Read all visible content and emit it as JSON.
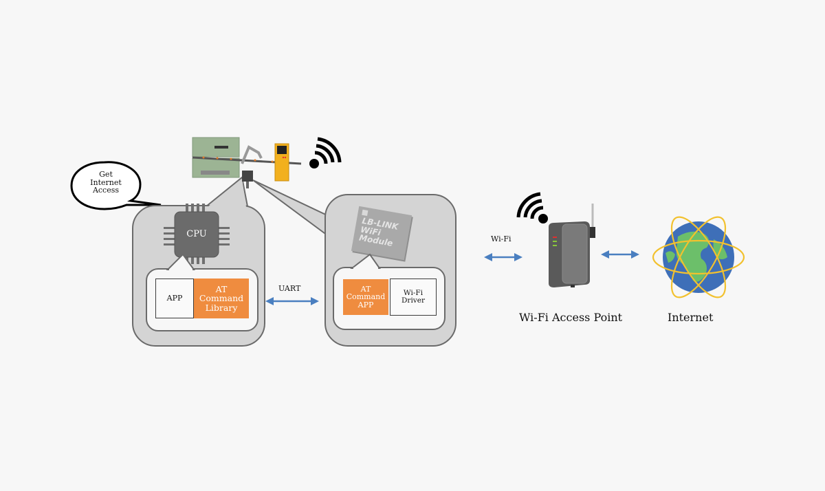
{
  "speech_bubble": {
    "lines": [
      "Get",
      "Internet",
      "Access"
    ]
  },
  "device": {
    "cpu_label": "CPU",
    "app_label": "APP",
    "library_label": [
      "AT",
      "Command",
      "Library"
    ]
  },
  "uart_label": "UART",
  "wifi_module": {
    "chip_label": [
      "LB-LINK",
      "WiFi",
      "Module"
    ],
    "at_app_label": [
      "AT",
      "Command",
      "APP"
    ],
    "driver_label": [
      "Wi-Fi",
      "Driver"
    ]
  },
  "wifi_link_label": "Wi-Fi",
  "access_point_label": "Wi-Fi Access Point",
  "internet_label": "Internet",
  "colors": {
    "orange": "#ef8c3f",
    "arrow_blue": "#4a7fc0",
    "panel_gray": "#d4d4d4",
    "globe_blue": "#3e6fb8",
    "globe_green": "#6cbf6a",
    "orbit_yellow": "#f2c12e"
  }
}
